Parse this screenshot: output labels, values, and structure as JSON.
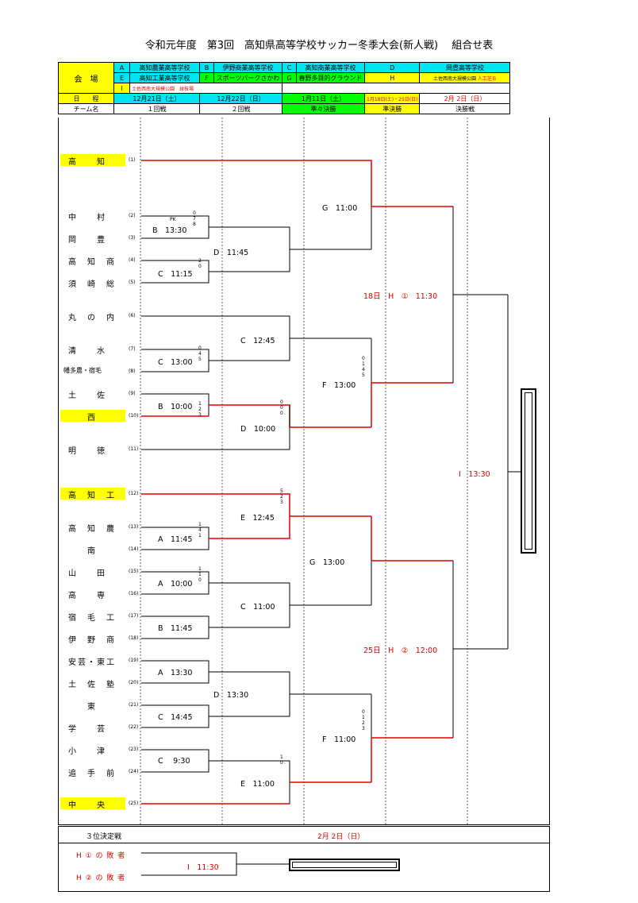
{
  "title": "令和元年度　第3回　高知県高等学校サッカー冬季大会(新人戦)　 組合せ表",
  "venue_label": "会　場",
  "venues": [
    {
      "code": "A",
      "name": "高知農業高等学校"
    },
    {
      "code": "B",
      "name": "伊野商業高等学校"
    },
    {
      "code": "C",
      "name": "高知商業高等学校"
    },
    {
      "code": "D",
      "name": "岡豊高等学校"
    },
    {
      "code": "E",
      "name": "高知工業高等学校"
    },
    {
      "code": "F",
      "name": "スポーツパークさかわ"
    },
    {
      "code": "G",
      "name": "春野多目的グラウンド"
    },
    {
      "code": "H",
      "name": "土佐西南大規模公園",
      "note": "人工芝Ｂ"
    },
    {
      "code": "I",
      "name": "土佐西南大規模公園　球技場"
    }
  ],
  "schedule_label": "日　　程",
  "team_label": "チーム名",
  "dates": [
    "12月21日（土）",
    "12月22日（日）",
    "1月11日（土）",
    "1月18日(土)・25日(日)",
    "2月 2日（日）"
  ],
  "rounds": [
    "１回戦",
    "２回戦",
    "準々決勝",
    "準決勝",
    "決勝戦"
  ],
  "teams": [
    {
      "no": "(1)",
      "name": "高　　知",
      "hl": true
    },
    {
      "no": "(2)",
      "name": "中　　村",
      "hl": false
    },
    {
      "no": "(3)",
      "name": "岡　　豊",
      "hl": false
    },
    {
      "no": "(4)",
      "name": "高　知　商",
      "hl": false
    },
    {
      "no": "(5)",
      "name": "須　崎　総",
      "hl": false
    },
    {
      "no": "(6)",
      "name": "丸　の　内",
      "hl": false
    },
    {
      "no": "(7)",
      "name": "清　　水",
      "hl": false
    },
    {
      "no": "(8)",
      "name": "幡多農・宿毛",
      "hl": false
    },
    {
      "no": "(9)",
      "name": "土　　佐",
      "hl": false
    },
    {
      "no": "(10)",
      "name": "　　西",
      "hl": true
    },
    {
      "no": "(11)",
      "name": "明　　徳",
      "hl": false
    },
    {
      "no": "(12)",
      "name": "高　知　工",
      "hl": true
    },
    {
      "no": "(13)",
      "name": "高　知　農",
      "hl": false
    },
    {
      "no": "(14)",
      "name": "　　南",
      "hl": false
    },
    {
      "no": "(15)",
      "name": "山　　田",
      "hl": false
    },
    {
      "no": "(16)",
      "name": "高　　専",
      "hl": false
    },
    {
      "no": "(17)",
      "name": "宿　毛　工",
      "hl": false
    },
    {
      "no": "(18)",
      "name": "伊　野　商",
      "hl": false
    },
    {
      "no": "(19)",
      "name": "安芸・東工",
      "hl": false
    },
    {
      "no": "(20)",
      "name": "土　佐　塾",
      "hl": false
    },
    {
      "no": "(21)",
      "name": "　　東",
      "hl": false
    },
    {
      "no": "(22)",
      "name": "学　　芸",
      "hl": false
    },
    {
      "no": "(23)",
      "name": "小　　津",
      "hl": false
    },
    {
      "no": "(24)",
      "name": "追　手　前",
      "hl": false
    },
    {
      "no": "(25)",
      "name": "中　　央",
      "hl": true
    }
  ],
  "matches": {
    "r1_2_3": "B　13:30",
    "r1_4_5": "C　11:15",
    "r1_7_8": "C　13:00",
    "r1_9_10": "B　10:00",
    "r1_13_14": "A　11:45",
    "r1_15_16": "A　10:00",
    "r1_17_18": "B　11:45",
    "r1_19_20": "A　13:30",
    "r1_21_22": "C　14:45",
    "r1_23_24": "C　 9:30",
    "r2_a": "D　11:45",
    "r2_b": "C　12:45",
    "r2_c": "D　10:00",
    "r2_d": "E　12:45",
    "r2_e": "C　11:00",
    "r2_f": "D　13:30",
    "r2_g": "E　11:00",
    "qf_1": "G　11:00",
    "qf_2": "F　13:00",
    "qf_3": "G　13:00",
    "qf_4": "F　11:00",
    "sf_1": "18日　H　①　11:30",
    "sf_2": "25日　H　②　12:00",
    "final": "I　13:30",
    "third": "I　11:30"
  },
  "scores": {
    "s1": "0\n7\n8",
    "s1pk": "PK",
    "s2": "2\n0",
    "s3": "0\n4\n5",
    "s4": "1\n2\n3",
    "s5": "1\n4\n1",
    "s6": "5\n2\n3",
    "s7": "1\n1\n0",
    "s8": "1\n0",
    "s9": "0\n1\n4\n5",
    "s10": "0\n0\n0",
    "s11": "0\n1\n2\n3"
  },
  "third_place": {
    "label": "３位決定戦",
    "date": "2月 2日（日）",
    "loser1": "H ① の 敗 者",
    "loser2": "H ② の 敗 者"
  }
}
